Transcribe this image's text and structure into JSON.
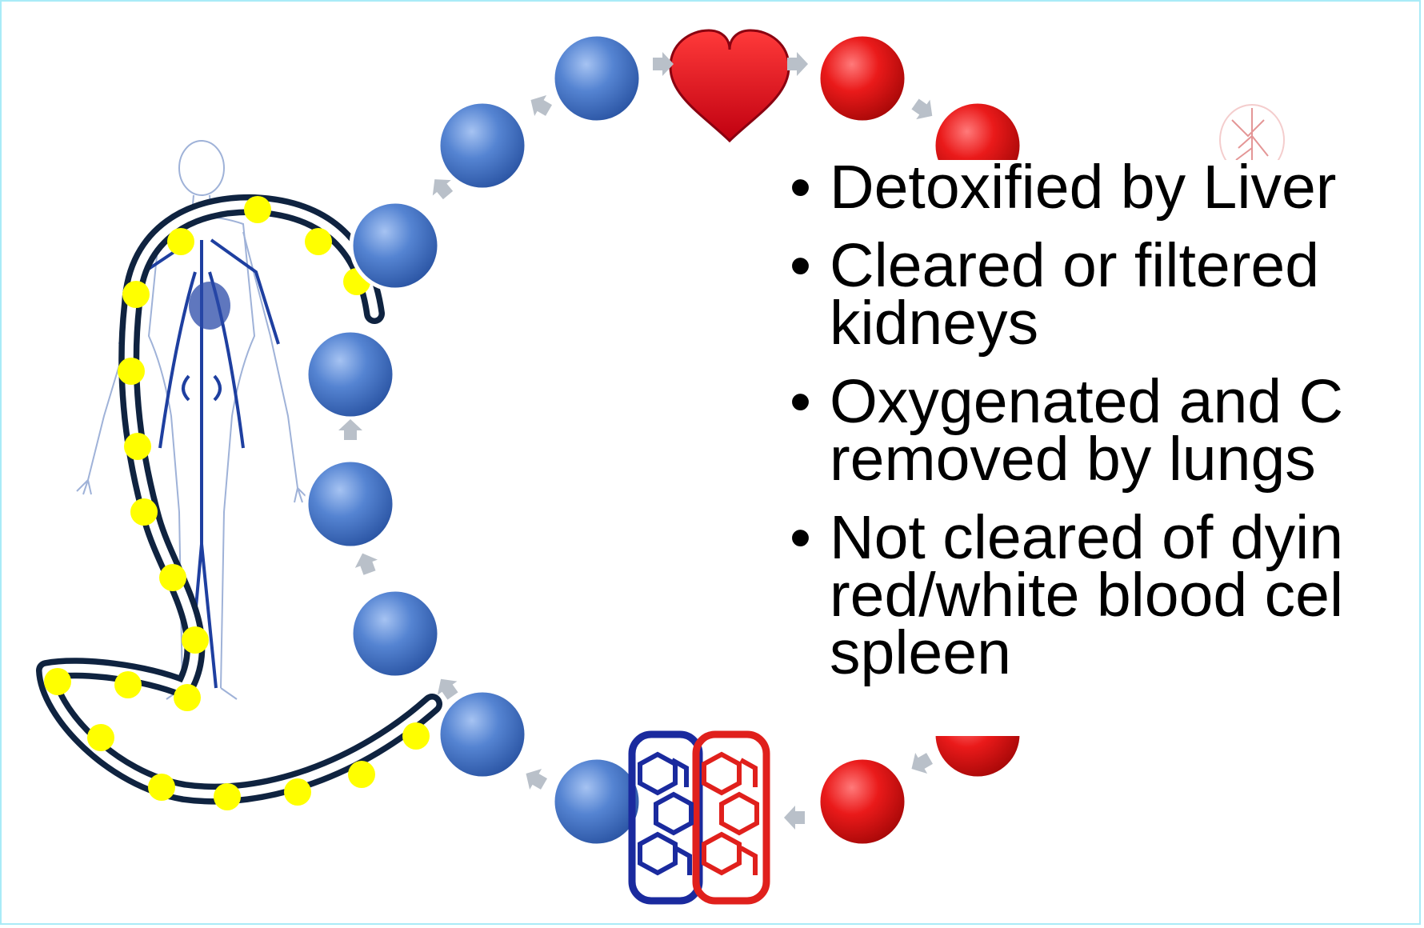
{
  "bullets": {
    "items": [
      {
        "lines": [
          "Detoxified by Liver"
        ]
      },
      {
        "lines": [
          "Cleared or filtered",
          "kidneys"
        ]
      },
      {
        "lines": [
          "Oxygenated and C",
          "removed by lungs"
        ]
      },
      {
        "lines": [
          "Not cleared of dyin",
          "red/white blood cel",
          "spleen"
        ]
      }
    ]
  },
  "colors": {
    "frame": "#a9ebf7",
    "deoxygenated_cell": "#4a78c6",
    "oxygenated_cell": "#e61919",
    "heart": "#e8101c",
    "tube_outline": "#0f2340",
    "tube_dots": "#ffff00",
    "arrow": "#b9c0c9"
  },
  "icons": [
    "heart-icon",
    "human-circulatory-system-figure",
    "capillary-network-icon",
    "lung-tissue-icon"
  ]
}
